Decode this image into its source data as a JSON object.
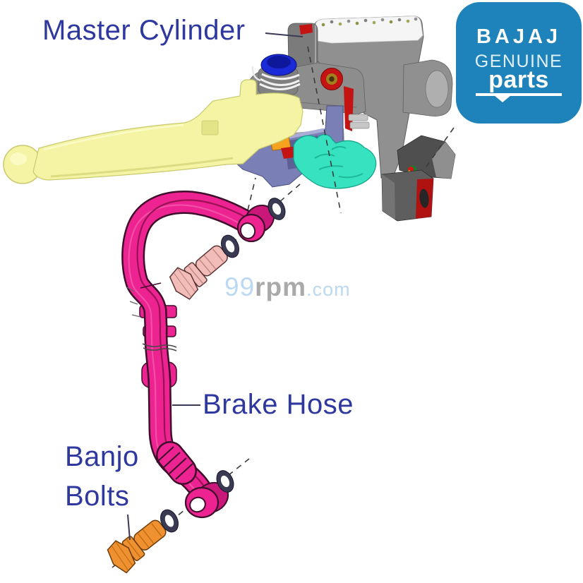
{
  "labels": {
    "master_cylinder": "Master Cylinder",
    "brake_hose": "Brake Hose",
    "banjo_bolts_line1": "Banjo",
    "banjo_bolts_line2": "Bolts"
  },
  "watermark": {
    "num": "99",
    "mid": "rpm",
    "tld": ".com"
  },
  "badge": {
    "brand": "BAJAJ",
    "genuine": "GENUINE",
    "parts": "parts"
  },
  "diagram": {
    "colors": {
      "label_blue": "#2E389E",
      "badge_blue": "#1E83BA",
      "watermark_blue": "#BBD9F2",
      "watermark_gray": "#A9A9A9",
      "hose_pink": "#EC2390",
      "hose_dark": "#92104F",
      "hose_outline": "#3F0E2B",
      "lever_yellow": "#F4F4A4",
      "lever_edge": "#C9C96E",
      "body_gray": "#909090",
      "body_light": "#AFAFAF",
      "body_dark": "#5F5F5F",
      "band_white": "#F5F5F5",
      "cap_blue": "#1A2AD8",
      "cap_blue_dark": "#0E189B",
      "bracket_purple": "#7A7FB6",
      "bracket_purple_dark": "#5C6095",
      "clip_teal": "#36E2C0",
      "clip_teal_dark": "#0FA287",
      "accent_red": "#C41313",
      "accent_orange": "#F5A31F",
      "bolt_pink": "#F2BDB9",
      "bolt_pink_line": "#C08985",
      "bolt_pink_dark": "#5A3333",
      "bolt_orange": "#EF9130",
      "bolt_orange_line": "#C26F14",
      "bolt_orange_dark": "#6B3C0A",
      "oring_dark": "#3A3A52"
    }
  }
}
